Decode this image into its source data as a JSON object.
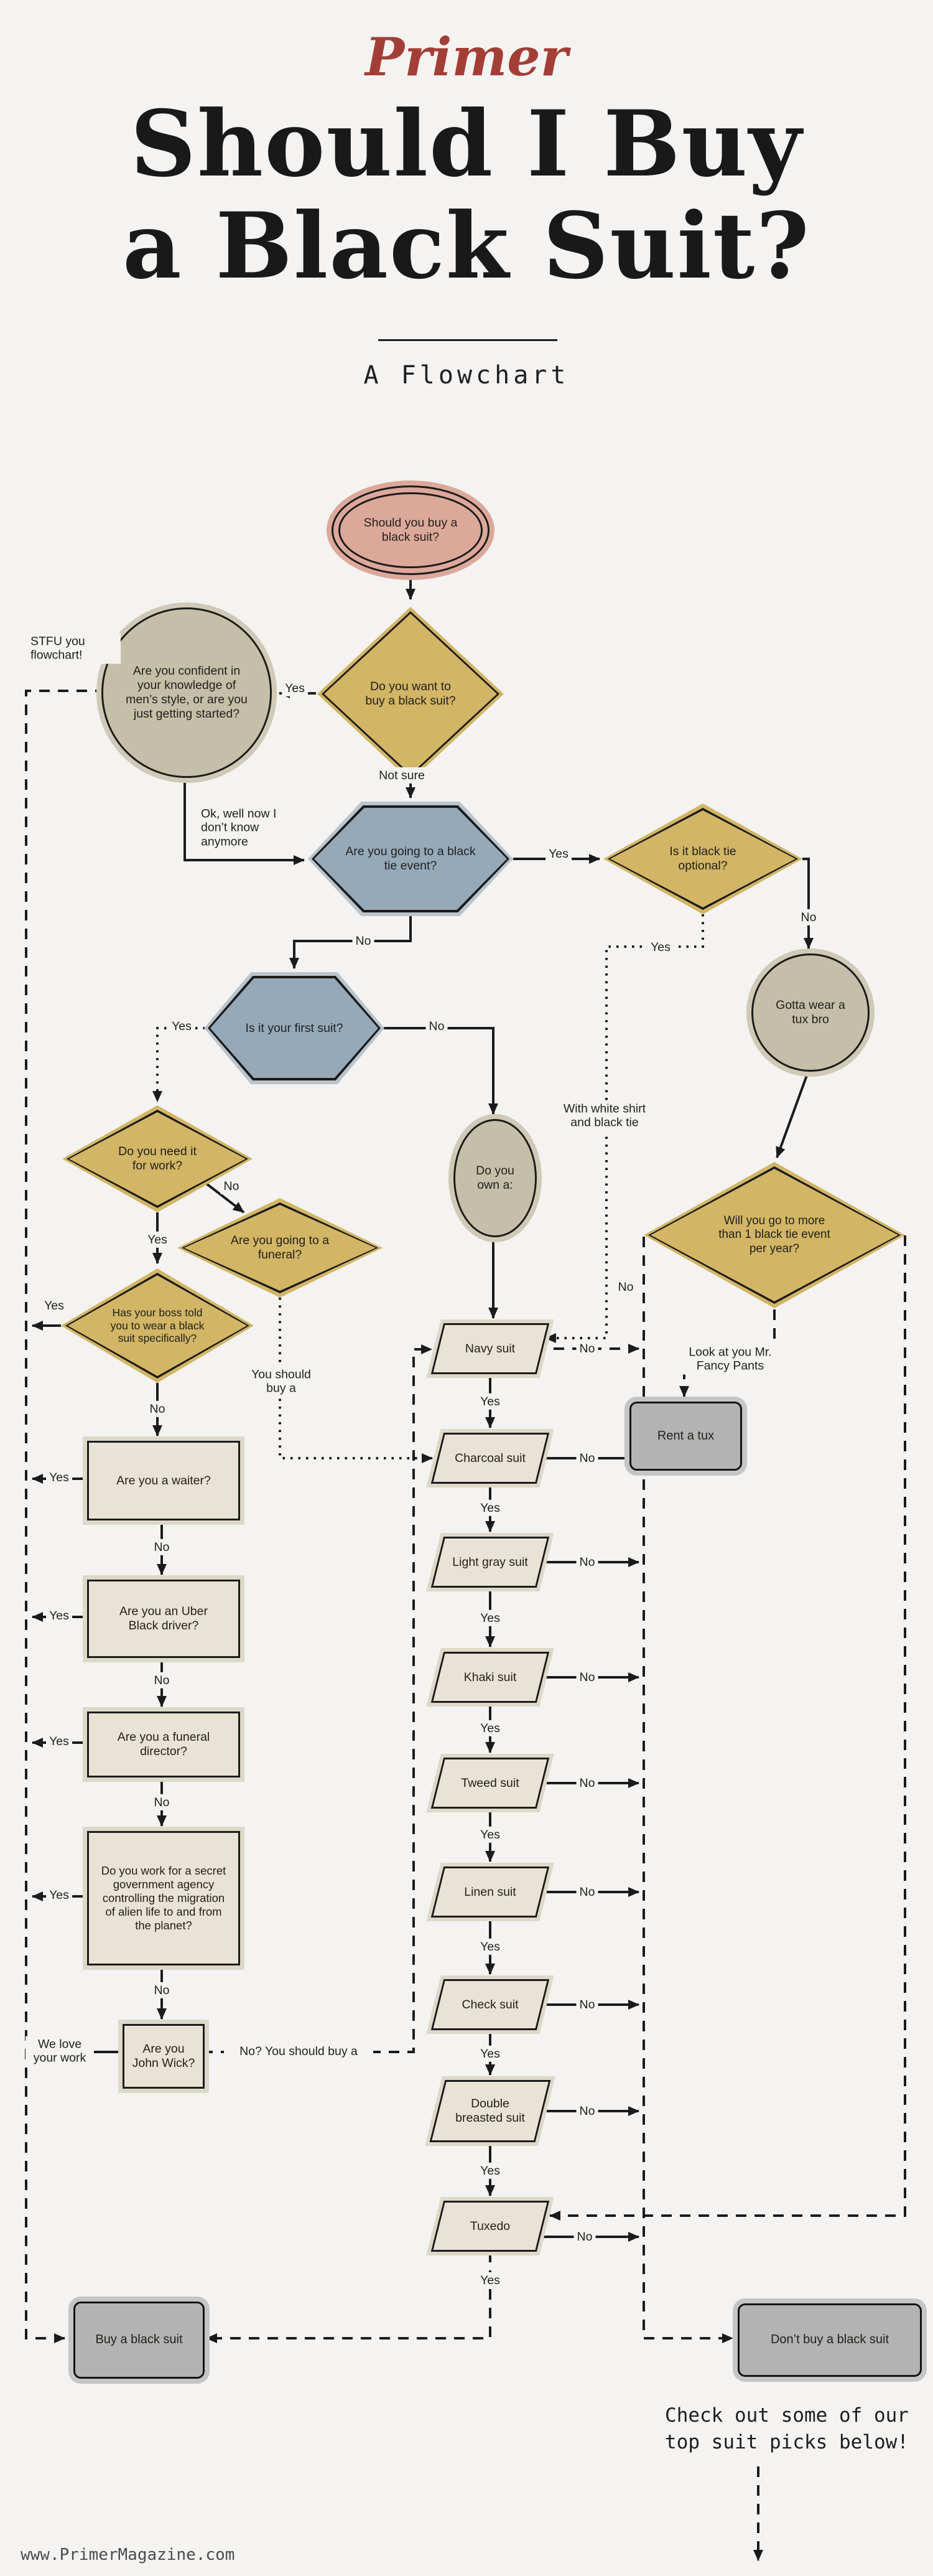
{
  "header": {
    "logo": "Primer",
    "title_line1": "Should I Buy",
    "title_line2": "a Black Suit?",
    "subtitle": "A Flowchart"
  },
  "nodes": {
    "start": {
      "shape": "oval",
      "label": "Should you buy a black suit?"
    },
    "want": {
      "shape": "diamond",
      "label": "Do you want to buy a black suit?"
    },
    "confident": {
      "shape": "circle",
      "label": "Are you confident in your knowledge of men’s style, or are you just getting started?"
    },
    "black_tie_event": {
      "shape": "hexagon",
      "label": "Are you going to a black tie event?"
    },
    "tie_optional": {
      "shape": "diamond",
      "label": "Is it black tie optional?"
    },
    "tux_bro": {
      "shape": "circle",
      "label": "Gotta wear a tux bro"
    },
    "first_suit": {
      "shape": "hexagon",
      "label": "Is it your first suit?"
    },
    "need_work": {
      "shape": "diamond",
      "label": "Do you need it for work?"
    },
    "funeral": {
      "shape": "diamond",
      "label": "Are you going to a funeral?"
    },
    "boss": {
      "shape": "diamond",
      "label": "Has your boss told you to wear a black suit specifically?"
    },
    "more_than_one": {
      "shape": "diamond",
      "label": "Will you go to more than 1 black tie event per year?"
    },
    "own": {
      "shape": "ellipse",
      "label": "Do you own a:"
    },
    "navy": {
      "shape": "parallelogram",
      "label": "Navy suit"
    },
    "charcoal": {
      "shape": "parallelogram",
      "label": "Charcoal suit"
    },
    "light_gray": {
      "shape": "parallelogram",
      "label": "Light gray suit"
    },
    "khaki": {
      "shape": "parallelogram",
      "label": "Khaki suit"
    },
    "tweed": {
      "shape": "parallelogram",
      "label": "Tweed suit"
    },
    "linen": {
      "shape": "parallelogram",
      "label": "Linen suit"
    },
    "check": {
      "shape": "parallelogram",
      "label": "Check suit"
    },
    "double_breasted": {
      "shape": "parallelogram",
      "label": "Double breasted suit"
    },
    "tuxedo": {
      "shape": "parallelogram",
      "label": "Tuxedo"
    },
    "waiter": {
      "shape": "rect",
      "label": "Are you a waiter?"
    },
    "uber": {
      "shape": "rect",
      "label": "Are you an Uber Black driver?"
    },
    "funeral_director": {
      "shape": "rect",
      "label": "Are you a funeral director?"
    },
    "secret_agency": {
      "shape": "rect",
      "label": "Do you work for a secret government agency controlling the migration of alien life to and from the planet?"
    },
    "john_wick": {
      "shape": "rect",
      "label": "Are you John Wick?"
    },
    "rent_tux": {
      "shape": "end",
      "label": "Rent a tux"
    },
    "buy_black": {
      "shape": "end",
      "label": "Buy a black suit"
    },
    "dont_buy": {
      "shape": "end",
      "label": "Don’t buy a black suit"
    }
  },
  "labels": {
    "yes": "Yes",
    "no": "No",
    "not_sure": "Not sure",
    "stfu": "STFU you flowchart!",
    "ok_well": "Ok, well now I don’t know anymore",
    "white_shirt": "With white shirt and black tie",
    "you_should": "You should buy a",
    "look_at_you": "Look at you Mr. Fancy Pants",
    "we_love": "We love your work",
    "no_you_should": "No? You should buy a"
  },
  "footer": {
    "cta_line1": "Check out some of our",
    "cta_line2": "top suit picks below!",
    "site": "www.PrimerMagazine.com"
  },
  "colors": {
    "background": "#f4f3f1",
    "ink": "#1b1b1b",
    "brand_red": "#a33e37",
    "gold": "#d2b565",
    "blue": "#96a9b9",
    "tan": "#c5bfa9",
    "salmon": "#dca89a",
    "cream": "#e9e3d5",
    "end_gray": "#b3b3b3"
  }
}
